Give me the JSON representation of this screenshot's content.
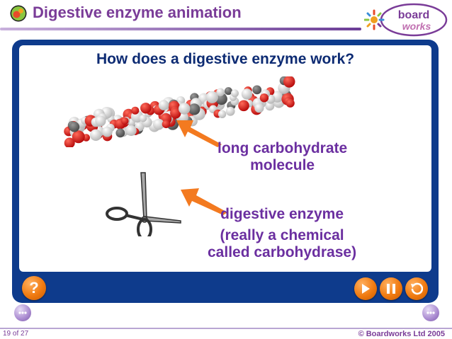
{
  "header": {
    "title": "Digestive enzyme animation"
  },
  "logo": {
    "line1": "board",
    "line2": "works"
  },
  "slide": {
    "question": "How does a digestive enzyme work?",
    "molecule_label": [
      "long carbohydrate",
      "molecule"
    ],
    "enzyme_label": [
      "digestive enzyme",
      "(really a chemical",
      "called carbohydrase)"
    ]
  },
  "controls": {
    "help": "?",
    "play_icon": "play-icon",
    "pause_icon": "pause-icon",
    "replay_icon": "replay-icon"
  },
  "footer": {
    "page": "19 of 27",
    "copyright": "© Boardworks Ltd 2005"
  },
  "colors": {
    "accent": "#7a3c98",
    "panel": "#0e3b8c",
    "button": "#f07a10",
    "label": "#6b2fa0"
  }
}
